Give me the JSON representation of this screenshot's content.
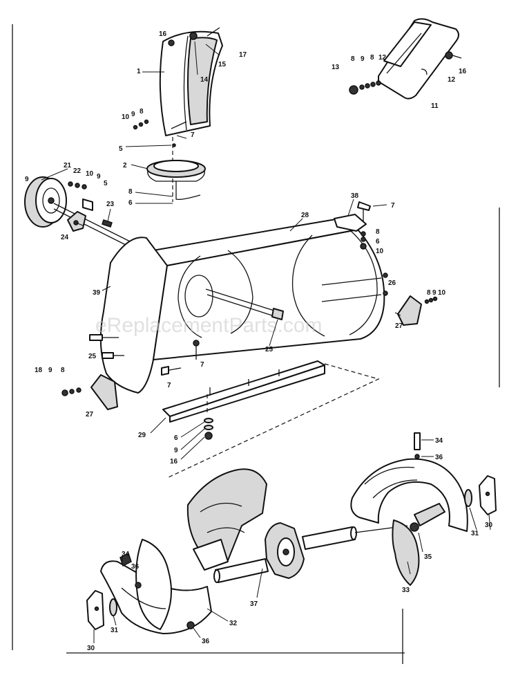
{
  "watermark": "eReplacementParts.com",
  "labels": [
    {
      "id": "l16a",
      "text": "16"
    },
    {
      "id": "l15a",
      "text": "15"
    },
    {
      "id": "l17",
      "text": "17"
    },
    {
      "id": "l14",
      "text": "14"
    },
    {
      "id": "l1",
      "text": "1"
    },
    {
      "id": "l10a",
      "text": "10"
    },
    {
      "id": "l9a",
      "text": "9"
    },
    {
      "id": "l8a",
      "text": "8"
    },
    {
      "id": "l7a",
      "text": "7"
    },
    {
      "id": "l5a",
      "text": "5"
    },
    {
      "id": "l2",
      "text": "2"
    },
    {
      "id": "l8b",
      "text": "8"
    },
    {
      "id": "l6a",
      "text": "6"
    },
    {
      "id": "l13",
      "text": "13"
    },
    {
      "id": "l8c",
      "text": "8"
    },
    {
      "id": "l9b",
      "text": "9"
    },
    {
      "id": "l8d",
      "text": "8"
    },
    {
      "id": "l12a",
      "text": "12"
    },
    {
      "id": "l16b",
      "text": "16"
    },
    {
      "id": "l12b",
      "text": "12"
    },
    {
      "id": "l11",
      "text": "11"
    },
    {
      "id": "l21",
      "text": "21"
    },
    {
      "id": "l9c",
      "text": "9"
    },
    {
      "id": "l22",
      "text": "22"
    },
    {
      "id": "l10b",
      "text": "10"
    },
    {
      "id": "l9d",
      "text": "9"
    },
    {
      "id": "l5b",
      "text": "5"
    },
    {
      "id": "l23",
      "text": "23"
    },
    {
      "id": "l24",
      "text": "24"
    },
    {
      "id": "l38",
      "text": "38"
    },
    {
      "id": "l7b",
      "text": "7"
    },
    {
      "id": "l28",
      "text": "28"
    },
    {
      "id": "l8e",
      "text": "8"
    },
    {
      "id": "l6b",
      "text": "6"
    },
    {
      "id": "l10c",
      "text": "10"
    },
    {
      "id": "l39",
      "text": "39"
    },
    {
      "id": "l26",
      "text": "26"
    },
    {
      "id": "l8f",
      "text": "8"
    },
    {
      "id": "l9e",
      "text": "9"
    },
    {
      "id": "l10d",
      "text": "10"
    },
    {
      "id": "l27a",
      "text": "27"
    },
    {
      "id": "l25a",
      "text": "25"
    },
    {
      "id": "l25b",
      "text": "25"
    },
    {
      "id": "l7c",
      "text": "7"
    },
    {
      "id": "l18",
      "text": "18"
    },
    {
      "id": "l9f",
      "text": "9"
    },
    {
      "id": "l8g",
      "text": "8"
    },
    {
      "id": "l7d",
      "text": "7"
    },
    {
      "id": "l27b",
      "text": "27"
    },
    {
      "id": "l29",
      "text": "29"
    },
    {
      "id": "l6c",
      "text": "6"
    },
    {
      "id": "l9g",
      "text": "9"
    },
    {
      "id": "l16c",
      "text": "16"
    },
    {
      "id": "l34a",
      "text": "34"
    },
    {
      "id": "l36a",
      "text": "36"
    },
    {
      "id": "l31a",
      "text": "31"
    },
    {
      "id": "l30a",
      "text": "30"
    },
    {
      "id": "l35",
      "text": "35"
    },
    {
      "id": "l33",
      "text": "33"
    },
    {
      "id": "l37",
      "text": "37"
    },
    {
      "id": "l34b",
      "text": "34"
    },
    {
      "id": "l36b",
      "text": "36"
    },
    {
      "id": "l32",
      "text": "32"
    },
    {
      "id": "l36c",
      "text": "36"
    },
    {
      "id": "l31b",
      "text": "31"
    },
    {
      "id": "l30b",
      "text": "30"
    }
  ]
}
